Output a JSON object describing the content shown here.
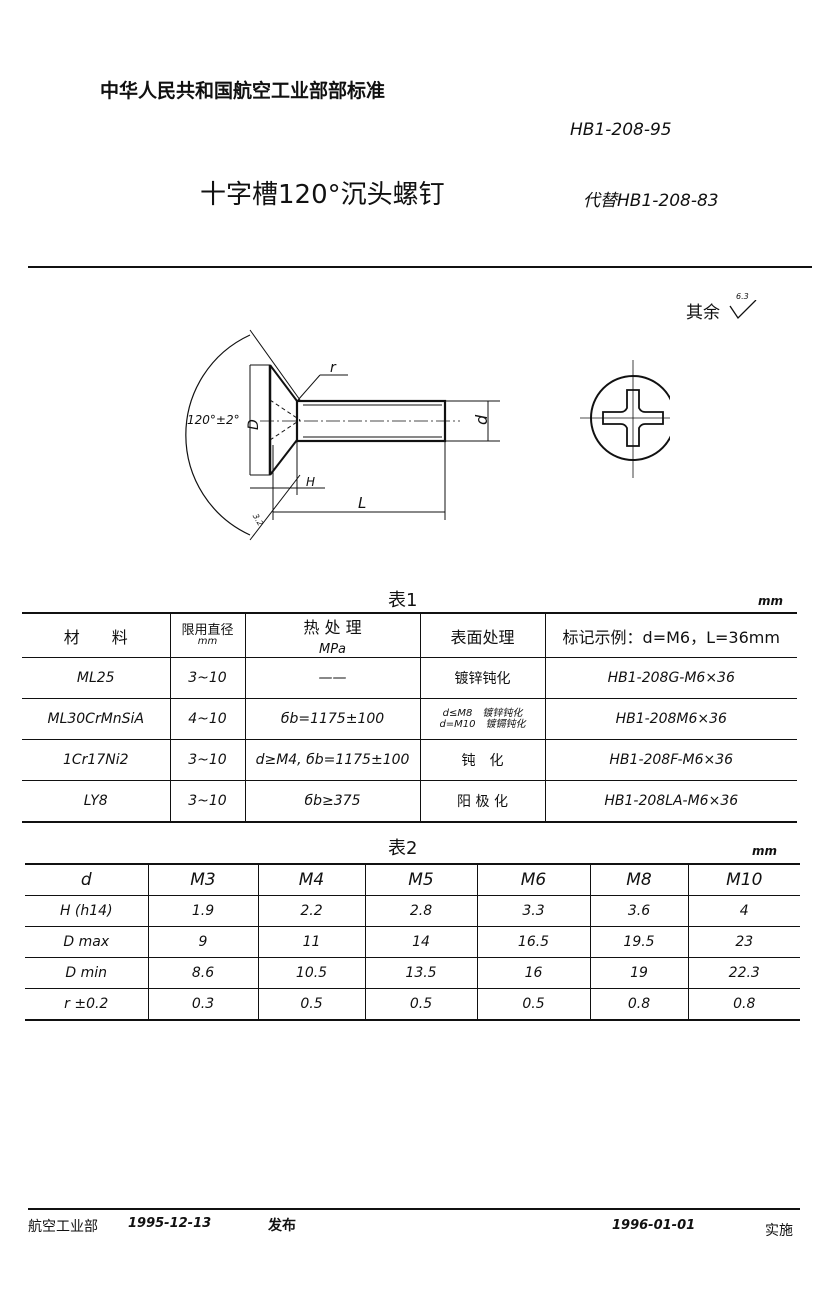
{
  "header": {
    "org": "中华人民共和国航空工业部部标准",
    "code": "HB1-208-95",
    "title": "十字槽120°沉头螺钉",
    "replaces": "代替HB1-208-83",
    "roughness_label": "其余",
    "roughness_value": "6.3"
  },
  "drawing": {
    "angle": "120°±2°",
    "D": "D",
    "r": "r",
    "d": "d",
    "H": "H",
    "L": "L",
    "chamfer": "3.2"
  },
  "table1": {
    "caption": "表1",
    "unit": "mm",
    "headers": [
      "材　　料",
      "限用直径",
      "mm",
      "热 处 理",
      "MPa",
      "表面处理",
      "标记示例：d=M6，L=36mm"
    ],
    "rows": [
      [
        "ML25",
        "3~10",
        "——",
        "镀锌钝化",
        "",
        "HB1-208G-M6×36"
      ],
      [
        "ML30CrMnSiA",
        "4~10",
        "бb=1175±100",
        "d≤M8　镀锌钝化",
        "d=M10　镀镉钝化",
        "HB1-208M6×36"
      ],
      [
        "1Cr17Ni2",
        "3~10",
        "d≥M4, бb=1175±100",
        "钝　化",
        "",
        "HB1-208F-M6×36"
      ],
      [
        "LY8",
        "3~10",
        "бb≥375",
        "阳 极 化",
        "",
        "HB1-208LA-M6×36"
      ]
    ]
  },
  "table2": {
    "caption": "表2",
    "unit": "mm",
    "headers": [
      "d",
      "M3",
      "M4",
      "M5",
      "M6",
      "M8",
      "M10"
    ],
    "rows": [
      [
        "H (h14)",
        "1.9",
        "2.2",
        "2.8",
        "3.3",
        "3.6",
        "4"
      ],
      [
        "D max",
        "9",
        "11",
        "14",
        "16.5",
        "19.5",
        "23"
      ],
      [
        "D min",
        "8.6",
        "10.5",
        "13.5",
        "16",
        "19",
        "22.3"
      ],
      [
        "r ±0.2",
        "0.3",
        "0.5",
        "0.5",
        "0.5",
        "0.8",
        "0.8"
      ]
    ]
  },
  "footer": {
    "issuer": "航空工业部",
    "issue_date": "1995-12-13",
    "issue_label": "发布",
    "effective_date": "1996-01-01",
    "effective_label": "实施"
  }
}
